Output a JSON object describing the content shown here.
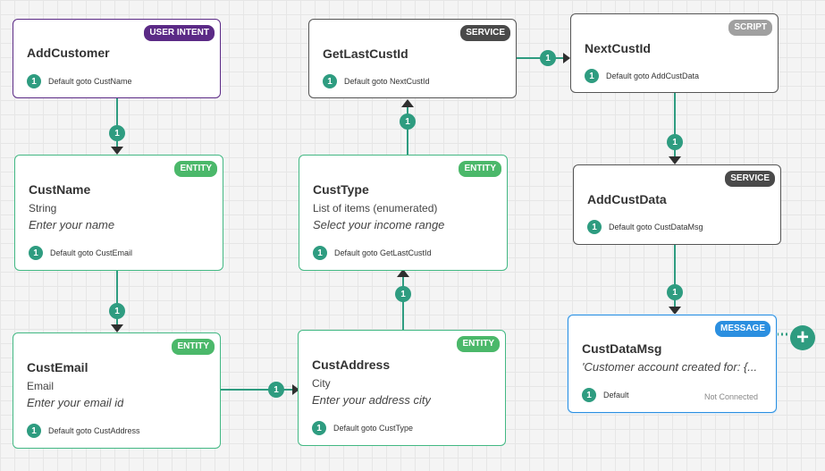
{
  "nodes": {
    "add_customer": {
      "title": "AddCustomer",
      "badge": "USER INTENT",
      "goto_num": "1",
      "goto": "Default goto CustName"
    },
    "cust_name": {
      "title": "CustName",
      "badge": "ENTITY",
      "type": "String",
      "prompt": "Enter your name",
      "goto_num": "1",
      "goto": "Default goto CustEmail"
    },
    "cust_email": {
      "title": "CustEmail",
      "badge": "ENTITY",
      "type": "Email",
      "prompt": "Enter your email id",
      "goto_num": "1",
      "goto": "Default goto CustAddress"
    },
    "cust_address": {
      "title": "CustAddress",
      "badge": "ENTITY",
      "type": "City",
      "prompt": "Enter your address city",
      "goto_num": "1",
      "goto": "Default goto CustType"
    },
    "cust_type": {
      "title": "CustType",
      "badge": "ENTITY",
      "type": "List of items (enumerated)",
      "prompt": "Select your income range",
      "goto_num": "1",
      "goto": "Default goto GetLastCustId"
    },
    "get_last_cust_id": {
      "title": "GetLastCustId",
      "badge": "SERVICE",
      "goto_num": "1",
      "goto": "Default goto NextCustId"
    },
    "next_cust_id": {
      "title": "NextCustId",
      "badge": "SCRIPT",
      "goto_num": "1",
      "goto": "Default goto AddCustData"
    },
    "add_cust_data": {
      "title": "AddCustData",
      "badge": "SERVICE",
      "goto_num": "1",
      "goto": "Default goto CustDataMsg"
    },
    "cust_data_msg": {
      "title": "CustDataMsg",
      "badge": "MESSAGE",
      "prompt": "'Customer account created for: {...",
      "goto_num": "1",
      "goto": "Default",
      "status": "Not Connected"
    }
  },
  "connectors": [
    "1",
    "1",
    "1",
    "1",
    "1",
    "1",
    "1",
    "1"
  ],
  "add_button": "+",
  "colors": {
    "intent": "#5b2a86",
    "entity": "#4bb86a",
    "service": "#4a4a4a",
    "script": "#a0a0a0",
    "message": "#2b8fe0",
    "connector": "#2e9c80"
  }
}
